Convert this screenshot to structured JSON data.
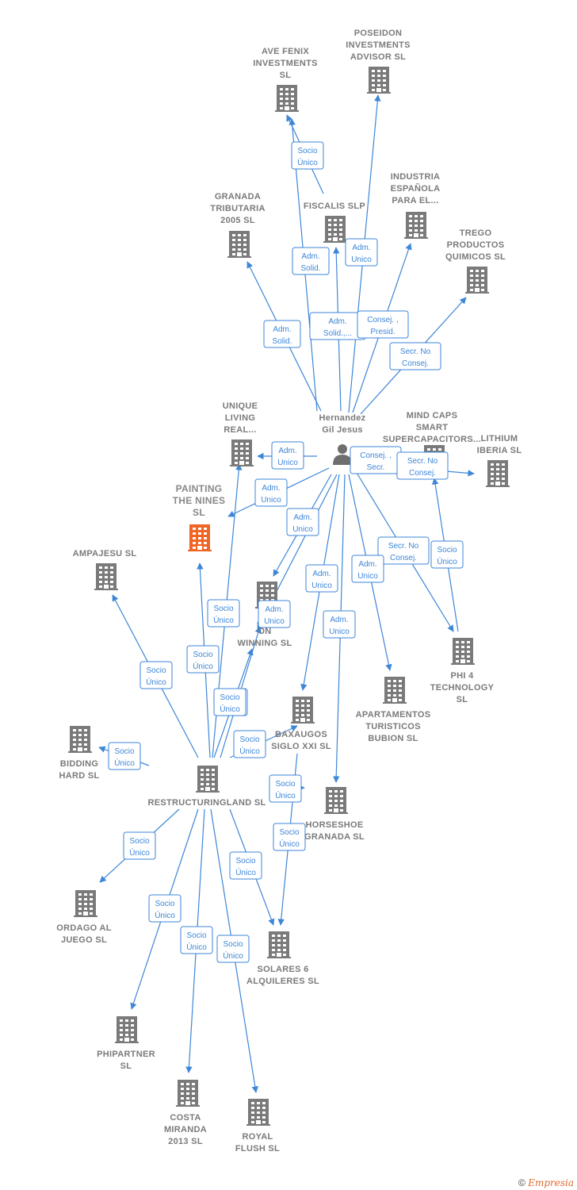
{
  "person": {
    "name": [
      "Hernandez",
      "Gil Jesus"
    ]
  },
  "colors": {
    "edge": "#3d86d8",
    "building": "#7a7a7a",
    "highlight": "#f06424",
    "person": "#6e6e6e"
  },
  "nodes": [
    {
      "id": "ave",
      "label": [
        "AVE FENIX",
        "INVESTMENTS",
        "SL"
      ],
      "icon": "building-icon"
    },
    {
      "id": "poseidon",
      "label": [
        "POSEIDON",
        "INVESTMENTS",
        "ADVISOR  SL"
      ],
      "icon": "building-icon"
    },
    {
      "id": "fiscalis",
      "label": [
        "FISCALIS  SLP"
      ],
      "icon": "building-icon"
    },
    {
      "id": "industria",
      "label": [
        "INDUSTRIA",
        "ESPAÑOLA",
        "PARA EL..."
      ],
      "icon": "building-icon"
    },
    {
      "id": "granada",
      "label": [
        "GRANADA",
        "TRIBUTARIA",
        "2005 SL"
      ],
      "icon": "building-icon"
    },
    {
      "id": "trego",
      "label": [
        "TREGO",
        "PRODUCTOS",
        "QUIMICOS  SL"
      ],
      "icon": "building-icon"
    },
    {
      "id": "unique",
      "label": [
        "UNIQUE",
        "LIVING",
        "REAL..."
      ],
      "icon": "building-icon"
    },
    {
      "id": "mindcaps",
      "label": [
        "MIND CAPS",
        "SMART",
        "SUPERCAPACITORS..."
      ],
      "icon": "building-icon"
    },
    {
      "id": "lithium",
      "label": [
        "LITHIUM",
        "IBERIA  SL"
      ],
      "icon": "building-icon"
    },
    {
      "id": "painting",
      "label": [
        "PAINTING",
        "THE NINES",
        "SL"
      ],
      "icon": "building-icon",
      "highlight": true
    },
    {
      "id": "ampajesu",
      "label": [
        "AMPAJESU  SL"
      ],
      "icon": "building-icon"
    },
    {
      "id": "bet",
      "label": [
        "BE",
        "ON",
        "WINNING  SL"
      ],
      "icon": "building-icon"
    },
    {
      "id": "phi4",
      "label": [
        "PHI 4",
        "TECHNOLOGY",
        "SL"
      ],
      "icon": "building-icon"
    },
    {
      "id": "apartamentos",
      "label": [
        "APARTAMENTOS",
        "TURISTICOS",
        "BUBION SL"
      ],
      "icon": "building-icon"
    },
    {
      "id": "baxaugos",
      "label": [
        "BAXAUGOS",
        "SIGLO XXI SL"
      ],
      "icon": "building-icon"
    },
    {
      "id": "bidding",
      "label": [
        "BIDDING",
        "HARD  SL"
      ],
      "icon": "building-icon"
    },
    {
      "id": "restructuring",
      "label": [
        "RESTRUCTURINGLAND SL"
      ],
      "icon": "building-icon"
    },
    {
      "id": "horseshoe",
      "label": [
        "HORSESHOE",
        "GRANADA  SL"
      ],
      "icon": "building-icon"
    },
    {
      "id": "ordago",
      "label": [
        "ORDAGO AL",
        "JUEGO  SL"
      ],
      "icon": "building-icon"
    },
    {
      "id": "solares",
      "label": [
        "SOLARES 6",
        "ALQUILERES SL"
      ],
      "icon": "building-icon"
    },
    {
      "id": "phipartner",
      "label": [
        "PHIPARTNER",
        "SL"
      ],
      "icon": "building-icon"
    },
    {
      "id": "costa",
      "label": [
        "COSTA",
        "MIRANDA",
        "2013  SL"
      ],
      "icon": "building-icon"
    },
    {
      "id": "royal",
      "label": [
        "ROYAL",
        "FLUSH  SL"
      ],
      "icon": "building-icon"
    }
  ],
  "edges": [
    {
      "label": [
        "Socio",
        "Único"
      ]
    },
    {
      "label": [
        "Adm.",
        "Solid."
      ]
    },
    {
      "label": [
        "Adm.",
        "Unico"
      ]
    },
    {
      "label": [
        "Adm.",
        "Solid."
      ]
    },
    {
      "label": [
        "Adm.",
        "Solid.,..."
      ]
    },
    {
      "label": [
        "Consej. ,",
        "Presid."
      ]
    },
    {
      "label": [
        "Secr.  No",
        "Consej."
      ]
    },
    {
      "label": [
        "Adm.",
        "Unico"
      ]
    },
    {
      "label": [
        "Adm.",
        "Unico"
      ]
    },
    {
      "label": [
        "Consej. ,",
        "Secr."
      ]
    },
    {
      "label": [
        "Secr.  No",
        "Consej."
      ]
    },
    {
      "label": [
        "Adm.",
        "Unico"
      ]
    },
    {
      "label": [
        "Secr.  No",
        "Consej."
      ]
    },
    {
      "label": [
        "Socio",
        "Único"
      ]
    },
    {
      "label": [
        "Adm.",
        "Unico"
      ]
    },
    {
      "label": [
        "Adm.",
        "Unico"
      ]
    },
    {
      "label": [
        "Adm.",
        "Unico"
      ]
    },
    {
      "label": [
        "Adm.",
        "Unico"
      ]
    },
    {
      "label": [
        "Socio",
        "Único"
      ]
    },
    {
      "label": [
        "Socio",
        "Único"
      ]
    },
    {
      "label": [
        "Socio",
        "Único"
      ]
    },
    {
      "label": [
        "Socio",
        "Único"
      ]
    },
    {
      "label": [
        "Socio",
        "Único"
      ]
    },
    {
      "label": [
        "Socio",
        "Único"
      ]
    },
    {
      "label": [
        "Socio",
        "Único"
      ]
    },
    {
      "label": [
        "Socio",
        "Único"
      ]
    },
    {
      "label": [
        "Socio",
        "Único"
      ]
    },
    {
      "label": [
        "Socio",
        "Único"
      ]
    },
    {
      "label": [
        "Socio",
        "Único"
      ]
    },
    {
      "label": [
        "Socio",
        "Único"
      ]
    },
    {
      "label": [
        "Socio",
        "Único"
      ]
    },
    {
      "label": [
        "Socio",
        "Único"
      ]
    },
    {
      "label": [
        "Socio",
        "Único"
      ]
    }
  ],
  "footer": {
    "copyright": "©",
    "brand": "Empresia"
  }
}
